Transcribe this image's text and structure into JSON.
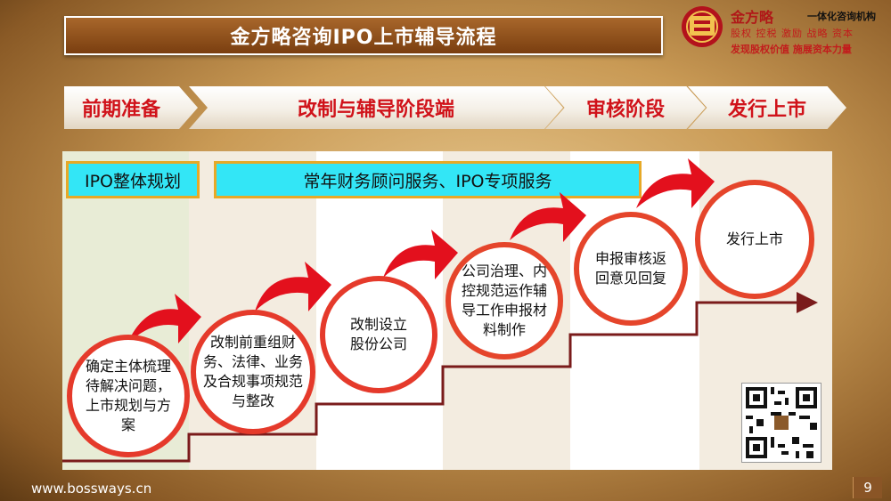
{
  "header": {
    "title": "金方略咨询IPO上市辅导流程"
  },
  "brand": {
    "name": "金方略",
    "subtitle": "一体化咨询机构",
    "services": "股权 控税 激励 战略 资本",
    "slogan": "发现股权价值 施展资本力量"
  },
  "phases": [
    {
      "label": "前期准备"
    },
    {
      "label": "改制与辅导阶段端"
    },
    {
      "label": "审核阶段"
    },
    {
      "label": "发行上市"
    }
  ],
  "services": {
    "planning": "IPO整体规划",
    "advisory": "常年财务顾问服务、IPO专项服务"
  },
  "steps": [
    {
      "text": "确定主体梳理待解决问题，上市规划与方案"
    },
    {
      "text": "改制前重组财务、法律、业务及合规事项规范与整改"
    },
    {
      "text": "改制设立股份公司"
    },
    {
      "text": "公司治理、内控规范运作辅导工作申报材料制作"
    },
    {
      "text": "申报审核返回意见回复"
    },
    {
      "text": "发行上市"
    }
  ],
  "footer": {
    "url": "www.bossways.cn",
    "page": "9"
  },
  "colors": {
    "accent": "#d0121a",
    "ring": "#e53a2b",
    "cyan": "#33e6f6",
    "panel_green": "#e8ecd6",
    "panel_beige": "#f3ece0"
  }
}
